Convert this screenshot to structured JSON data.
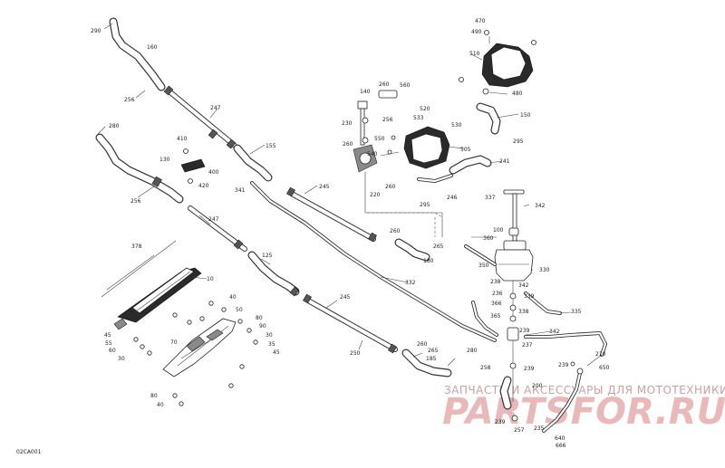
{
  "diagram_code": "02CA001",
  "watermark": {
    "tagline": "ЗАПЧАСТИ И АКСЕССУАРЫ ДЛЯ МОТОТЕХНИКИ",
    "logo": "PARTSFOR.RU"
  },
  "callouts": [
    {
      "id": "c290a",
      "text": "290"
    },
    {
      "id": "c160",
      "text": "160"
    },
    {
      "id": "c256a",
      "text": "256"
    },
    {
      "id": "c247a",
      "text": "247"
    },
    {
      "id": "c280",
      "text": "280"
    },
    {
      "id": "c130",
      "text": "130"
    },
    {
      "id": "c256b",
      "text": "256"
    },
    {
      "id": "c410",
      "text": "410"
    },
    {
      "id": "c400",
      "text": "400"
    },
    {
      "id": "c420",
      "text": "420"
    },
    {
      "id": "c155",
      "text": "155"
    },
    {
      "id": "c341",
      "text": "341"
    },
    {
      "id": "c247b",
      "text": "247"
    },
    {
      "id": "c245a",
      "text": "245"
    },
    {
      "id": "c125",
      "text": "125"
    },
    {
      "id": "c378",
      "text": "378"
    },
    {
      "id": "c10",
      "text": "10"
    },
    {
      "id": "c40a",
      "text": "40"
    },
    {
      "id": "c50",
      "text": "50"
    },
    {
      "id": "c80a",
      "text": "80"
    },
    {
      "id": "c90",
      "text": "90"
    },
    {
      "id": "c70",
      "text": "70"
    },
    {
      "id": "c30a",
      "text": "30"
    },
    {
      "id": "c35",
      "text": "35"
    },
    {
      "id": "c45a",
      "text": "45"
    },
    {
      "id": "c45b",
      "text": "45"
    },
    {
      "id": "c55",
      "text": "55"
    },
    {
      "id": "c60",
      "text": "60"
    },
    {
      "id": "c30b",
      "text": "30"
    },
    {
      "id": "c80b",
      "text": "80"
    },
    {
      "id": "c40b",
      "text": "40"
    },
    {
      "id": "c245b",
      "text": "245"
    },
    {
      "id": "c250",
      "text": "250"
    },
    {
      "id": "c332",
      "text": "332"
    },
    {
      "id": "c260a",
      "text": "260"
    },
    {
      "id": "c265a",
      "text": "265"
    },
    {
      "id": "c280b",
      "text": "280"
    },
    {
      "id": "c258",
      "text": "258"
    },
    {
      "id": "c185",
      "text": "185"
    },
    {
      "id": "c140",
      "text": "140"
    },
    {
      "id": "c260b",
      "text": "260"
    },
    {
      "id": "c560",
      "text": "560"
    },
    {
      "id": "c230",
      "text": "230"
    },
    {
      "id": "c256c",
      "text": "256"
    },
    {
      "id": "c260c",
      "text": "260"
    },
    {
      "id": "c550",
      "text": "550"
    },
    {
      "id": "c540",
      "text": "540"
    },
    {
      "id": "c220",
      "text": "220"
    },
    {
      "id": "c260d",
      "text": "260"
    },
    {
      "id": "c520",
      "text": "520"
    },
    {
      "id": "c533",
      "text": "533"
    },
    {
      "id": "c530",
      "text": "530"
    },
    {
      "id": "c505",
      "text": "505"
    },
    {
      "id": "c295a",
      "text": "295"
    },
    {
      "id": "c150",
      "text": "150"
    },
    {
      "id": "c241",
      "text": "241"
    },
    {
      "id": "c246",
      "text": "246"
    },
    {
      "id": "c295b",
      "text": "295"
    },
    {
      "id": "c470",
      "text": "470"
    },
    {
      "id": "c490",
      "text": "490"
    },
    {
      "id": "c510",
      "text": "510"
    },
    {
      "id": "c480",
      "text": "480"
    },
    {
      "id": "c260e",
      "text": "260"
    },
    {
      "id": "c265b",
      "text": "265"
    },
    {
      "id": "c180",
      "text": "180"
    },
    {
      "id": "c337",
      "text": "337"
    },
    {
      "id": "c342a",
      "text": "342"
    },
    {
      "id": "c100",
      "text": "100"
    },
    {
      "id": "c360",
      "text": "360"
    },
    {
      "id": "c350",
      "text": "350"
    },
    {
      "id": "c330",
      "text": "330"
    },
    {
      "id": "c238a",
      "text": "238"
    },
    {
      "id": "c342b",
      "text": "342"
    },
    {
      "id": "c236",
      "text": "236"
    },
    {
      "id": "c339",
      "text": "339"
    },
    {
      "id": "c366",
      "text": "366"
    },
    {
      "id": "c338",
      "text": "338"
    },
    {
      "id": "c335",
      "text": "335"
    },
    {
      "id": "c365",
      "text": "365"
    },
    {
      "id": "c239a",
      "text": "239"
    },
    {
      "id": "c342c",
      "text": "342"
    },
    {
      "id": "c237",
      "text": "237"
    },
    {
      "id": "c239b",
      "text": "239"
    },
    {
      "id": "c210",
      "text": "210"
    },
    {
      "id": "c650",
      "text": "650"
    },
    {
      "id": "c239c",
      "text": "239"
    },
    {
      "id": "c200",
      "text": "200"
    },
    {
      "id": "c239d",
      "text": "239"
    },
    {
      "id": "c257",
      "text": "257"
    },
    {
      "id": "c235",
      "text": "235"
    },
    {
      "id": "c640",
      "text": "640"
    },
    {
      "id": "c666",
      "text": "666"
    }
  ]
}
